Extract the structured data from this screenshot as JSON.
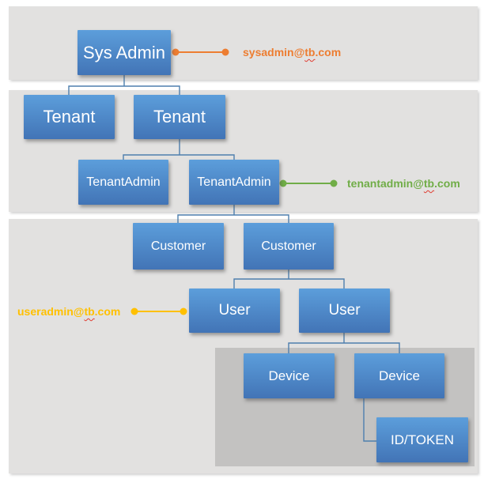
{
  "colors": {
    "section_light": "#e2e1e0",
    "section_dark": "#c3c2c1",
    "node_fill_top": "#5c9edb",
    "node_fill_bottom": "#4274b6",
    "node_text": "#ffffff",
    "connector": "#4e7fae",
    "spellcheck_underline": "#e03c31"
  },
  "nodes": [
    {
      "label": "Sys Admin"
    },
    {
      "label": "Tenant"
    },
    {
      "label": "Tenant"
    },
    {
      "label": "TenantAdmin"
    },
    {
      "label": "TenantAdmin"
    },
    {
      "label": "Customer"
    },
    {
      "label": "Customer"
    },
    {
      "label": "User"
    },
    {
      "label": "User"
    },
    {
      "label": "Device"
    },
    {
      "label": "Device"
    },
    {
      "label": "ID/TOKEN"
    }
  ],
  "annotations": [
    {
      "prefix": "sysadmin@",
      "flagged": "tb",
      "suffix": ".com",
      "color": "#ed7d31"
    },
    {
      "prefix": "tenantadmin@",
      "flagged": "tb",
      "suffix": ".com",
      "color": "#70ad47"
    },
    {
      "prefix": "useradmin@",
      "flagged": "tb",
      "suffix": ".com",
      "color": "#ffc000"
    }
  ]
}
